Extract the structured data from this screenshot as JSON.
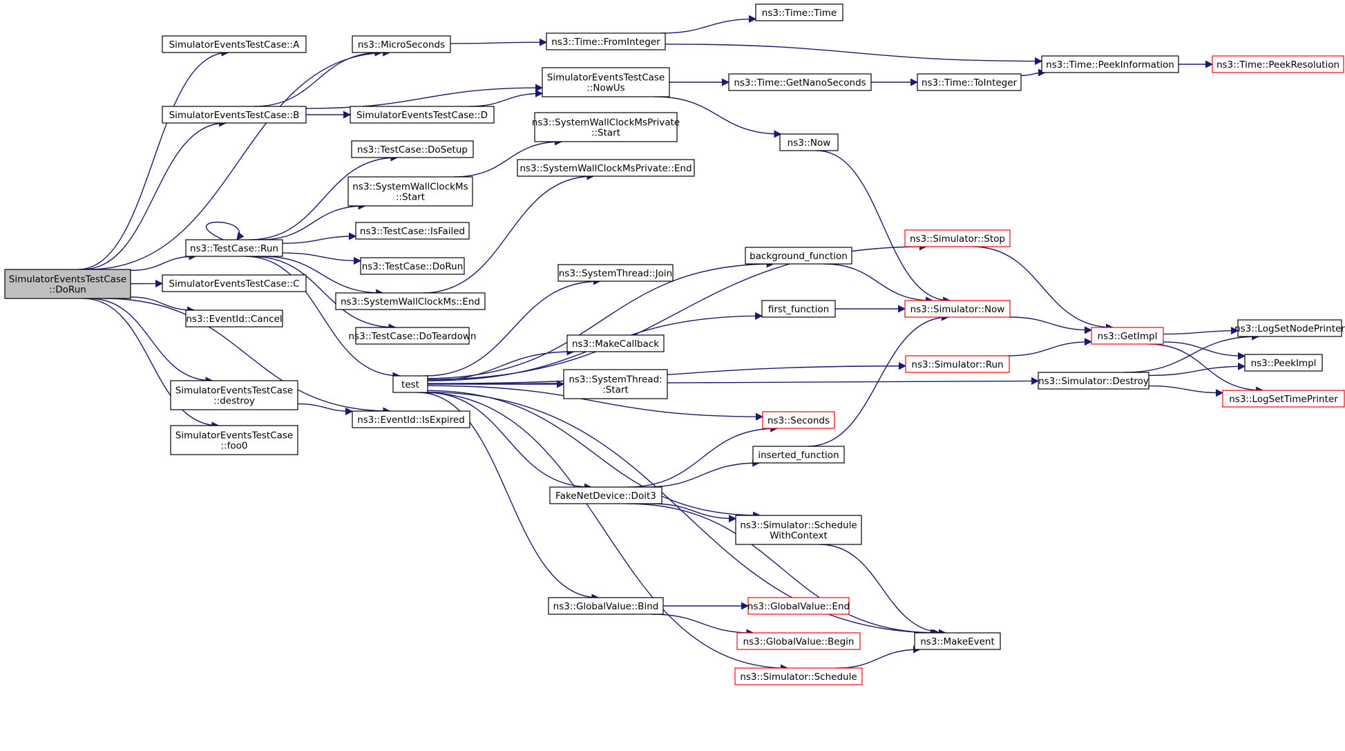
{
  "diagram": {
    "title": "",
    "colors": {
      "edge": "#191970",
      "node_border": "#000000",
      "node_border_truncated": "#ff0000",
      "root_fill": "#bfbfbf",
      "node_fill": "#ffffff",
      "text": "#000000"
    },
    "nodes": [
      {
        "id": "dorun",
        "lines": [
          "SimulatorEventsTestCase",
          "::DoRun"
        ],
        "root": true
      },
      {
        "id": "a",
        "lines": [
          "SimulatorEventsTestCase::A"
        ]
      },
      {
        "id": "b",
        "lines": [
          "SimulatorEventsTestCase::B"
        ]
      },
      {
        "id": "c",
        "lines": [
          "SimulatorEventsTestCase::C"
        ]
      },
      {
        "id": "d",
        "lines": [
          "SimulatorEventsTestCase::D"
        ]
      },
      {
        "id": "destroy",
        "lines": [
          "SimulatorEventsTestCase",
          "::destroy"
        ]
      },
      {
        "id": "foo0",
        "lines": [
          "SimulatorEventsTestCase",
          "::foo0"
        ]
      },
      {
        "id": "micro",
        "lines": [
          "ns3::MicroSeconds"
        ]
      },
      {
        "id": "fromint",
        "lines": [
          "ns3::Time::FromInteger"
        ]
      },
      {
        "id": "time",
        "lines": [
          "ns3::Time::Time"
        ]
      },
      {
        "id": "peekinfo",
        "lines": [
          "ns3::Time::PeekInformation"
        ]
      },
      {
        "id": "peekres",
        "lines": [
          "ns3::Time::PeekResolution"
        ],
        "truncated": true
      },
      {
        "id": "nowus",
        "lines": [
          "SimulatorEventsTestCase",
          "::NowUs"
        ]
      },
      {
        "id": "getnano",
        "lines": [
          "ns3::Time::GetNanoSeconds"
        ]
      },
      {
        "id": "toint",
        "lines": [
          "ns3::Time::ToInteger"
        ]
      },
      {
        "id": "now",
        "lines": [
          "ns3::Now"
        ]
      },
      {
        "id": "run",
        "lines": [
          "ns3::TestCase::Run"
        ]
      },
      {
        "id": "dosetup",
        "lines": [
          "ns3::TestCase::DoSetup"
        ]
      },
      {
        "id": "swcstart",
        "lines": [
          "ns3::SystemWallClockMs",
          "::Start"
        ]
      },
      {
        "id": "isfailed",
        "lines": [
          "ns3::TestCase::IsFailed"
        ]
      },
      {
        "id": "dorun2",
        "lines": [
          "ns3::TestCase::DoRun"
        ]
      },
      {
        "id": "swcend",
        "lines": [
          "ns3::SystemWallClockMs::End"
        ]
      },
      {
        "id": "teardown",
        "lines": [
          "ns3::TestCase::DoTeardown"
        ]
      },
      {
        "id": "swcpstart",
        "lines": [
          "ns3::SystemWallClockMsPrivate",
          "::Start"
        ]
      },
      {
        "id": "swcpend",
        "lines": [
          "ns3::SystemWallClockMsPrivate::End"
        ]
      },
      {
        "id": "cancel",
        "lines": [
          "ns3::EventId::Cancel"
        ]
      },
      {
        "id": "isexpired",
        "lines": [
          "ns3::EventId::IsExpired"
        ]
      },
      {
        "id": "test",
        "lines": [
          "test"
        ]
      },
      {
        "id": "join",
        "lines": [
          "ns3::SystemThread::Join"
        ]
      },
      {
        "id": "makecb",
        "lines": [
          "ns3::MakeCallback"
        ]
      },
      {
        "id": "ststart",
        "lines": [
          "ns3::SystemThread:",
          ":Start"
        ]
      },
      {
        "id": "bgfunc",
        "lines": [
          "background_function"
        ]
      },
      {
        "id": "firstfunc",
        "lines": [
          "first_function"
        ]
      },
      {
        "id": "stop",
        "lines": [
          "ns3::Simulator::Stop"
        ],
        "truncated": true
      },
      {
        "id": "simnow",
        "lines": [
          "ns3::Simulator::Now"
        ],
        "truncated": true
      },
      {
        "id": "simrun",
        "lines": [
          "ns3::Simulator::Run"
        ],
        "truncated": true
      },
      {
        "id": "seconds",
        "lines": [
          "ns3::Seconds"
        ],
        "truncated": true
      },
      {
        "id": "insfunc",
        "lines": [
          "inserted_function"
        ]
      },
      {
        "id": "doit3",
        "lines": [
          "FakeNetDevice::Doit3"
        ]
      },
      {
        "id": "schedctx",
        "lines": [
          "ns3::Simulator::Schedule",
          "WithContext"
        ]
      },
      {
        "id": "gvbind",
        "lines": [
          "ns3::GlobalValue::Bind"
        ]
      },
      {
        "id": "gvend",
        "lines": [
          "ns3::GlobalValue::End"
        ],
        "truncated": true
      },
      {
        "id": "gvbegin",
        "lines": [
          "ns3::GlobalValue::Begin"
        ],
        "truncated": true
      },
      {
        "id": "sched",
        "lines": [
          "ns3::Simulator::Schedule"
        ],
        "truncated": true
      },
      {
        "id": "makeevent",
        "lines": [
          "ns3::MakeEvent"
        ]
      },
      {
        "id": "getimpl",
        "lines": [
          "ns3::GetImpl"
        ],
        "truncated": true
      },
      {
        "id": "simdestroy",
        "lines": [
          "ns3::Simulator::Destroy"
        ]
      },
      {
        "id": "lognode",
        "lines": [
          "ns3::LogSetNodePrinter"
        ]
      },
      {
        "id": "peekimpl",
        "lines": [
          "ns3::PeekImpl"
        ]
      },
      {
        "id": "logtime",
        "lines": [
          "ns3::LogSetTimePrinter"
        ],
        "truncated": true
      }
    ],
    "edges": [
      [
        "dorun",
        "a"
      ],
      [
        "dorun",
        "micro"
      ],
      [
        "dorun",
        "b"
      ],
      [
        "dorun",
        "run"
      ],
      [
        "dorun",
        "c"
      ],
      [
        "dorun",
        "cancel"
      ],
      [
        "dorun",
        "destroy"
      ],
      [
        "dorun",
        "foo0"
      ],
      [
        "dorun",
        "isexpired"
      ],
      [
        "b",
        "micro"
      ],
      [
        "b",
        "nowus"
      ],
      [
        "b",
        "d"
      ],
      [
        "d",
        "nowus"
      ],
      [
        "micro",
        "fromint"
      ],
      [
        "fromint",
        "time"
      ],
      [
        "fromint",
        "peekinfo"
      ],
      [
        "peekinfo",
        "peekres"
      ],
      [
        "nowus",
        "getnano"
      ],
      [
        "nowus",
        "now"
      ],
      [
        "getnano",
        "toint"
      ],
      [
        "toint",
        "peekinfo"
      ],
      [
        "now",
        "simnow"
      ],
      [
        "run",
        "run"
      ],
      [
        "run",
        "dosetup"
      ],
      [
        "run",
        "swcstart"
      ],
      [
        "run",
        "isfailed"
      ],
      [
        "run",
        "dorun2"
      ],
      [
        "run",
        "swcend"
      ],
      [
        "run",
        "teardown"
      ],
      [
        "run",
        "test"
      ],
      [
        "swcstart",
        "swcpstart"
      ],
      [
        "swcend",
        "swcpend"
      ],
      [
        "destroy",
        "isexpired"
      ],
      [
        "test",
        "stop"
      ],
      [
        "test",
        "bgfunc"
      ],
      [
        "test",
        "join"
      ],
      [
        "test",
        "firstfunc"
      ],
      [
        "test",
        "makecb"
      ],
      [
        "test",
        "ststart"
      ],
      [
        "test",
        "simrun"
      ],
      [
        "test",
        "seconds"
      ],
      [
        "test",
        "doit3"
      ],
      [
        "test",
        "schedctx"
      ],
      [
        "test",
        "simdestroy"
      ],
      [
        "test",
        "gvbind"
      ],
      [
        "test",
        "sched"
      ],
      [
        "test",
        "makeevent"
      ],
      [
        "bgfunc",
        "simnow"
      ],
      [
        "firstfunc",
        "simnow"
      ],
      [
        "insfunc",
        "simnow"
      ],
      [
        "doit3",
        "seconds"
      ],
      [
        "doit3",
        "insfunc"
      ],
      [
        "doit3",
        "schedctx"
      ],
      [
        "doit3",
        "makeevent"
      ],
      [
        "schedctx",
        "makeevent"
      ],
      [
        "sched",
        "makeevent"
      ],
      [
        "gvbind",
        "gvend"
      ],
      [
        "gvbind",
        "gvbegin"
      ],
      [
        "stop",
        "getimpl"
      ],
      [
        "simnow",
        "getimpl"
      ],
      [
        "simrun",
        "getimpl"
      ],
      [
        "getimpl",
        "lognode"
      ],
      [
        "getimpl",
        "peekimpl"
      ],
      [
        "getimpl",
        "logtime"
      ],
      [
        "simdestroy",
        "lognode"
      ],
      [
        "simdestroy",
        "peekimpl"
      ],
      [
        "simdestroy",
        "logtime"
      ]
    ]
  }
}
